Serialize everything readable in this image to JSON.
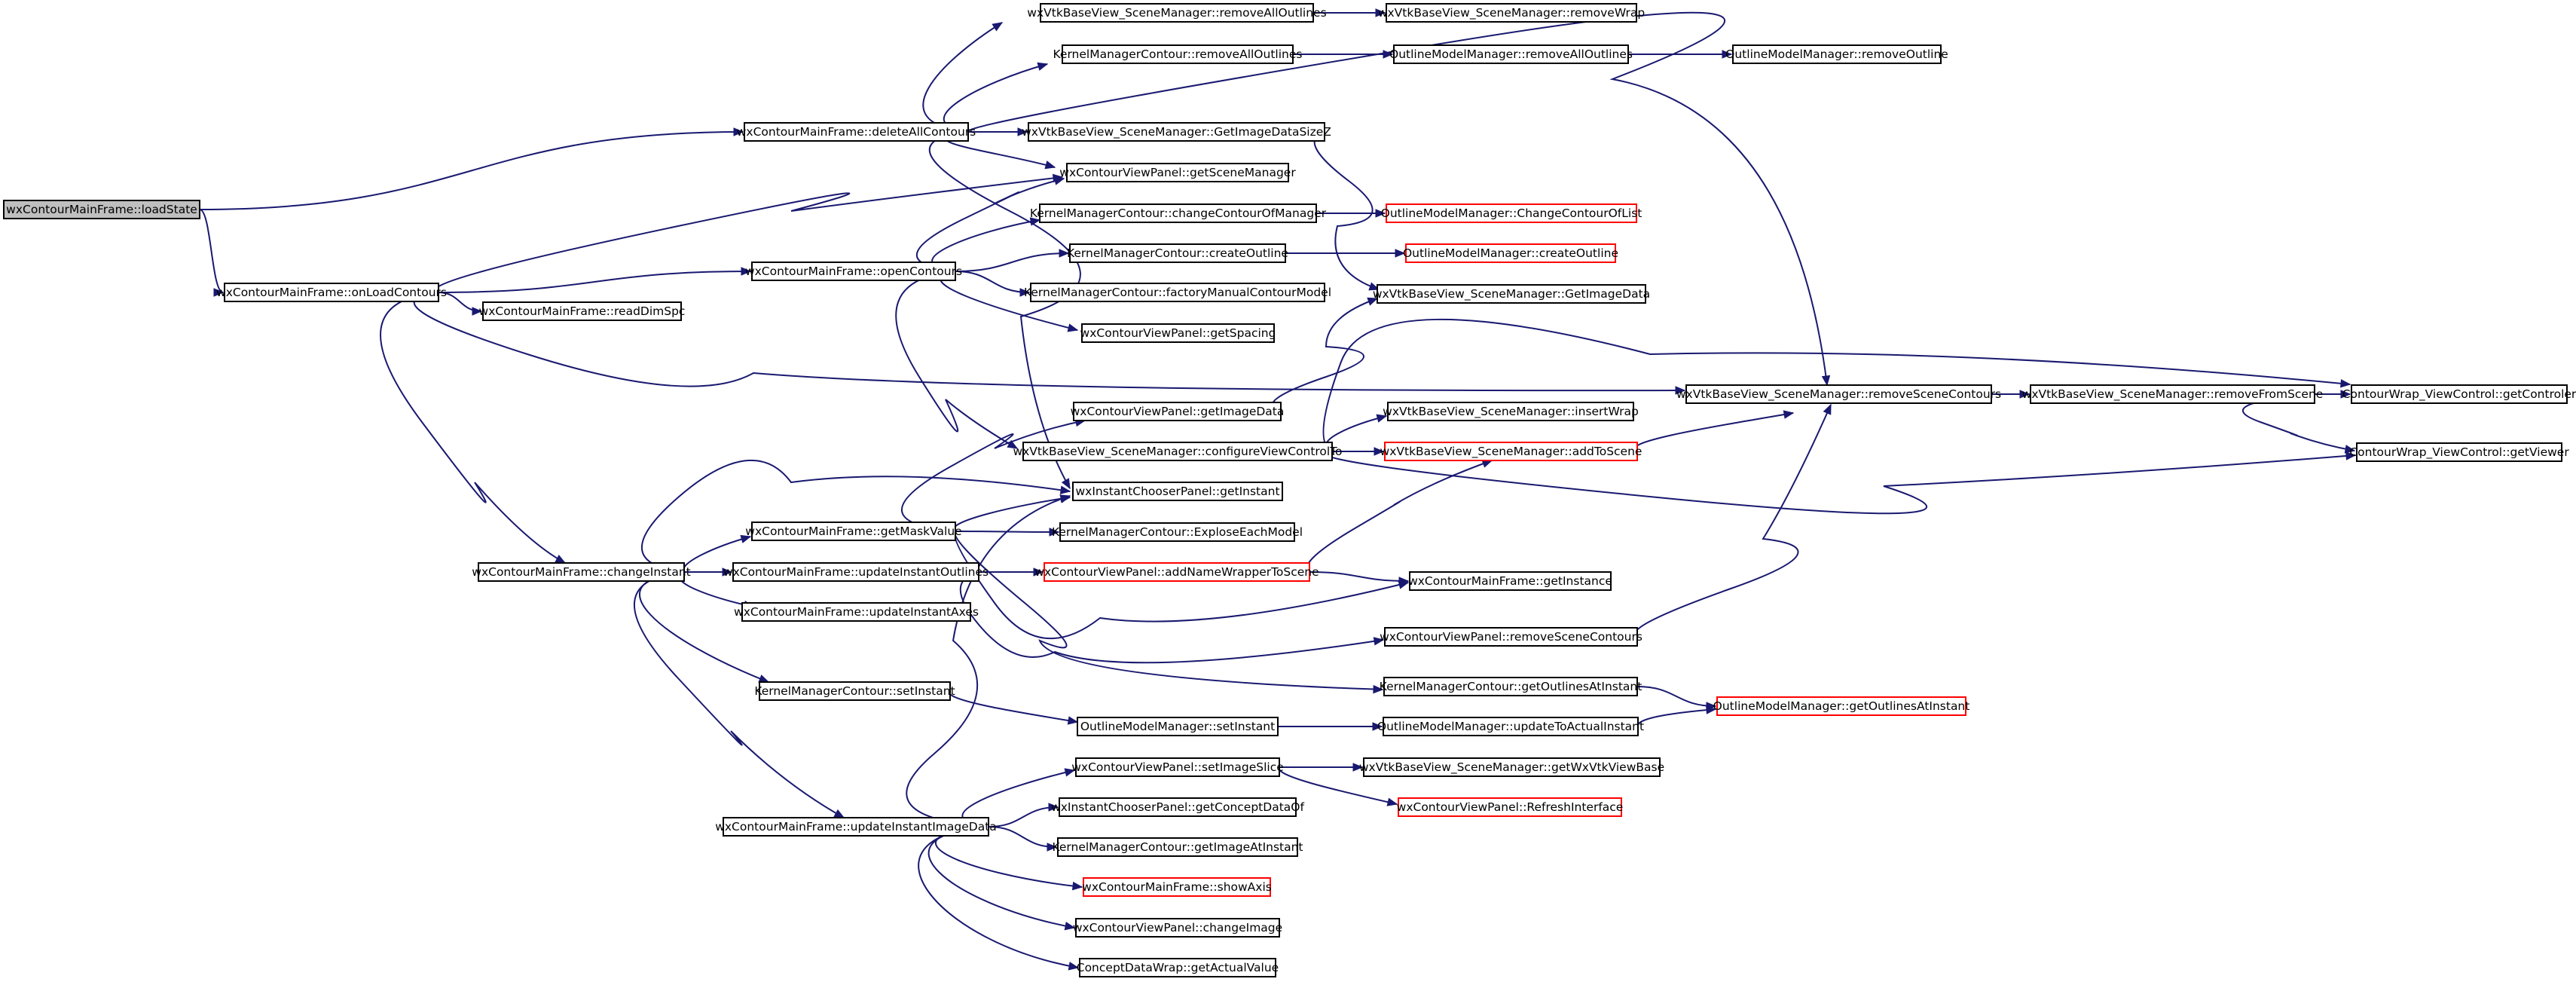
{
  "graph": {
    "nodes": [
      {
        "id": "loadState",
        "label": "wxContourMainFrame::loadState",
        "style": "current"
      },
      {
        "id": "deleteAllContours",
        "label": "wxContourMainFrame::deleteAllContours",
        "style": "normal"
      },
      {
        "id": "onLoadContours",
        "label": "wxContourMainFrame::onLoadContours",
        "style": "normal"
      },
      {
        "id": "readDimSpc",
        "label": "wxContourMainFrame::readDimSpc",
        "style": "normal"
      },
      {
        "id": "openContours",
        "label": "wxContourMainFrame::openContours",
        "style": "normal"
      },
      {
        "id": "changeInstant",
        "label": "wxContourMainFrame::changeInstant",
        "style": "normal"
      },
      {
        "id": "getMaskValue",
        "label": "wxContourMainFrame::getMaskValue",
        "style": "normal"
      },
      {
        "id": "updateInstantOutlines",
        "label": "wxContourMainFrame::updateInstantOutlines",
        "style": "normal"
      },
      {
        "id": "updateInstantAxes",
        "label": "wxContourMainFrame::updateInstantAxes",
        "style": "normal"
      },
      {
        "id": "kmcSetInstant",
        "label": "KernelManagerContour::setInstant",
        "style": "normal"
      },
      {
        "id": "updateInstantImageData",
        "label": "wxContourMainFrame::updateInstantImageData",
        "style": "normal"
      },
      {
        "id": "smRemoveAllOutlines",
        "label": "wxVtkBaseView_SceneManager::removeAllOutlines",
        "style": "normal"
      },
      {
        "id": "smRemoveWrap",
        "label": "wxVtkBaseView_SceneManager::removeWrap",
        "style": "normal"
      },
      {
        "id": "kmcRemoveAllOutlines",
        "label": "KernelManagerContour::removeAllOutlines",
        "style": "normal"
      },
      {
        "id": "omRemoveAllOutlines",
        "label": "OutlineModelManager::removeAllOutlines",
        "style": "normal"
      },
      {
        "id": "omRemoveOutline",
        "label": "OutlineModelManager::removeOutline",
        "style": "normal"
      },
      {
        "id": "getImageDataSizeZ",
        "label": "wxVtkBaseView_SceneManager::GetImageDataSizeZ",
        "style": "normal"
      },
      {
        "id": "getSceneManager",
        "label": "wxContourViewPanel::getSceneManager",
        "style": "normal"
      },
      {
        "id": "changeContourOfManager",
        "label": "KernelManagerContour::changeContourOfManager",
        "style": "normal"
      },
      {
        "id": "omChangeContourOfList",
        "label": "OutlineModelManager::ChangeContourOfList",
        "style": "truncated"
      },
      {
        "id": "kmcCreateOutline",
        "label": "KernelManagerContour::createOutline",
        "style": "normal"
      },
      {
        "id": "omCreateOutline",
        "label": "OutlineModelManager::createOutline",
        "style": "truncated"
      },
      {
        "id": "factoryManualContourModel",
        "label": "KernelManagerContour::factoryManualContourModel",
        "style": "normal"
      },
      {
        "id": "smGetImageData",
        "label": "wxVtkBaseView_SceneManager::GetImageData",
        "style": "normal"
      },
      {
        "id": "getSpacing",
        "label": "wxContourViewPanel::getSpacing",
        "style": "normal"
      },
      {
        "id": "vpGetImageData",
        "label": "wxContourViewPanel::getImageData",
        "style": "normal"
      },
      {
        "id": "removeSceneContours",
        "label": "wxVtkBaseView_SceneManager::removeSceneContours",
        "style": "normal"
      },
      {
        "id": "removeFromScene",
        "label": "wxVtkBaseView_SceneManager::removeFromScene",
        "style": "normal"
      },
      {
        "id": "getControler",
        "label": "ContourWrap_ViewControl::getControler",
        "style": "normal"
      },
      {
        "id": "getViewer",
        "label": "ContourWrap_ViewControl::getViewer",
        "style": "normal"
      },
      {
        "id": "insertWrap",
        "label": "wxVtkBaseView_SceneManager::insertWrap",
        "style": "normal"
      },
      {
        "id": "configureViewControlTo",
        "label": "wxVtkBaseView_SceneManager::configureViewControlTo",
        "style": "normal"
      },
      {
        "id": "addToScene",
        "label": "wxVtkBaseView_SceneManager::addToScene",
        "style": "truncated"
      },
      {
        "id": "icpGetInstant",
        "label": "wxInstantChooserPanel::getInstant",
        "style": "normal"
      },
      {
        "id": "exploseEachModel",
        "label": "KernelManagerContour::ExploseEachModel",
        "style": "normal"
      },
      {
        "id": "addNameWrapperToScene",
        "label": "wxContourViewPanel::addNameWrapperToScene",
        "style": "truncated"
      },
      {
        "id": "getInstance",
        "label": "wxContourMainFrame::getInstance",
        "style": "normal"
      },
      {
        "id": "vpRemoveSceneContours",
        "label": "wxContourViewPanel::removeSceneContours",
        "style": "normal"
      },
      {
        "id": "kmcGetOutlinesAtInstant",
        "label": "KernelManagerContour::getOutlinesAtInstant",
        "style": "normal"
      },
      {
        "id": "omGetOutlinesAtInstant",
        "label": "OutlineModelManager::getOutlinesAtInstant",
        "style": "truncated"
      },
      {
        "id": "omSetInstant",
        "label": "OutlineModelManager::setInstant",
        "style": "normal"
      },
      {
        "id": "updateToActualInstant",
        "label": "OutlineModelManager::updateToActualInstant",
        "style": "normal"
      },
      {
        "id": "setImageSlice",
        "label": "wxContourViewPanel::setImageSlice",
        "style": "normal"
      },
      {
        "id": "getWxVtkViewBase",
        "label": "wxVtkBaseView_SceneManager::getWxVtkViewBase",
        "style": "normal"
      },
      {
        "id": "refreshInterface",
        "label": "wxContourViewPanel::RefreshInterface",
        "style": "truncated"
      },
      {
        "id": "getConceptDataOf",
        "label": "wxInstantChooserPanel::getConceptDataOf",
        "style": "normal"
      },
      {
        "id": "getImageAtInstant",
        "label": "KernelManagerContour::getImageAtInstant",
        "style": "normal"
      },
      {
        "id": "showAxis",
        "label": "wxContourMainFrame::showAxis",
        "style": "truncated"
      },
      {
        "id": "changeImage",
        "label": "wxContourViewPanel::changeImage",
        "style": "normal"
      },
      {
        "id": "getActualValue",
        "label": "ConceptDataWrap::getActualValue",
        "style": "normal"
      }
    ],
    "edges": [
      {
        "from": "loadState",
        "to": "deleteAllContours"
      },
      {
        "from": "loadState",
        "to": "onLoadContours"
      },
      {
        "from": "deleteAllContours",
        "to": "smRemoveAllOutlines"
      },
      {
        "from": "deleteAllContours",
        "to": "kmcRemoveAllOutlines"
      },
      {
        "from": "deleteAllContours",
        "to": "getImageDataSizeZ"
      },
      {
        "from": "deleteAllContours",
        "to": "getSceneManager"
      },
      {
        "from": "deleteAllContours",
        "to": "removeSceneContours"
      },
      {
        "from": "deleteAllContours",
        "to": "icpGetInstant"
      },
      {
        "from": "smRemoveAllOutlines",
        "to": "smRemoveWrap"
      },
      {
        "from": "kmcRemoveAllOutlines",
        "to": "omRemoveAllOutlines"
      },
      {
        "from": "omRemoveAllOutlines",
        "to": "omRemoveOutline"
      },
      {
        "from": "getImageDataSizeZ",
        "to": "smGetImageData"
      },
      {
        "from": "onLoadContours",
        "to": "getSceneManager"
      },
      {
        "from": "onLoadContours",
        "to": "openContours"
      },
      {
        "from": "onLoadContours",
        "to": "readDimSpc"
      },
      {
        "from": "onLoadContours",
        "to": "removeSceneContours"
      },
      {
        "from": "onLoadContours",
        "to": "changeInstant"
      },
      {
        "from": "openContours",
        "to": "getSceneManager"
      },
      {
        "from": "openContours",
        "to": "changeContourOfManager"
      },
      {
        "from": "openContours",
        "to": "kmcCreateOutline"
      },
      {
        "from": "openContours",
        "to": "factoryManualContourModel"
      },
      {
        "from": "openContours",
        "to": "getSpacing"
      },
      {
        "from": "openContours",
        "to": "configureViewControlTo"
      },
      {
        "from": "changeContourOfManager",
        "to": "omChangeContourOfList"
      },
      {
        "from": "kmcCreateOutline",
        "to": "omCreateOutline"
      },
      {
        "from": "vpGetImageData",
        "to": "smGetImageData"
      },
      {
        "from": "removeSceneContours",
        "to": "removeFromScene"
      },
      {
        "from": "removeFromScene",
        "to": "getControler"
      },
      {
        "from": "removeFromScene",
        "to": "getViewer"
      },
      {
        "from": "configureViewControlTo",
        "to": "getControler"
      },
      {
        "from": "configureViewControlTo",
        "to": "insertWrap"
      },
      {
        "from": "configureViewControlTo",
        "to": "addToScene"
      },
      {
        "from": "configureViewControlTo",
        "to": "getViewer"
      },
      {
        "from": "addToScene",
        "to": "removeSceneContours"
      },
      {
        "from": "changeInstant",
        "to": "icpGetInstant"
      },
      {
        "from": "changeInstant",
        "to": "getMaskValue"
      },
      {
        "from": "changeInstant",
        "to": "updateInstantOutlines"
      },
      {
        "from": "changeInstant",
        "to": "updateInstantAxes"
      },
      {
        "from": "changeInstant",
        "to": "kmcSetInstant"
      },
      {
        "from": "changeInstant",
        "to": "updateInstantImageData"
      },
      {
        "from": "getMaskValue",
        "to": "vpGetImageData"
      },
      {
        "from": "getMaskValue",
        "to": "icpGetInstant"
      },
      {
        "from": "getMaskValue",
        "to": "exploseEachModel"
      },
      {
        "from": "getMaskValue",
        "to": "getInstance"
      },
      {
        "from": "getMaskValue",
        "to": "kmcGetOutlinesAtInstant"
      },
      {
        "from": "updateInstantOutlines",
        "to": "addNameWrapperToScene"
      },
      {
        "from": "updateInstantOutlines",
        "to": "vpRemoveSceneContours"
      },
      {
        "from": "addNameWrapperToScene",
        "to": "getInstance"
      },
      {
        "from": "addNameWrapperToScene",
        "to": "addToScene"
      },
      {
        "from": "vpRemoveSceneContours",
        "to": "removeSceneContours"
      },
      {
        "from": "kmcGetOutlinesAtInstant",
        "to": "omGetOutlinesAtInstant"
      },
      {
        "from": "kmcSetInstant",
        "to": "omSetInstant"
      },
      {
        "from": "omSetInstant",
        "to": "updateToActualInstant"
      },
      {
        "from": "updateToActualInstant",
        "to": "omGetOutlinesAtInstant"
      },
      {
        "from": "updateInstantImageData",
        "to": "icpGetInstant"
      },
      {
        "from": "updateInstantImageData",
        "to": "setImageSlice"
      },
      {
        "from": "updateInstantImageData",
        "to": "getConceptDataOf"
      },
      {
        "from": "updateInstantImageData",
        "to": "getImageAtInstant"
      },
      {
        "from": "updateInstantImageData",
        "to": "showAxis"
      },
      {
        "from": "updateInstantImageData",
        "to": "changeImage"
      },
      {
        "from": "updateInstantImageData",
        "to": "getActualValue"
      },
      {
        "from": "setImageSlice",
        "to": "getWxVtkViewBase"
      },
      {
        "from": "setImageSlice",
        "to": "refreshInterface"
      }
    ]
  }
}
